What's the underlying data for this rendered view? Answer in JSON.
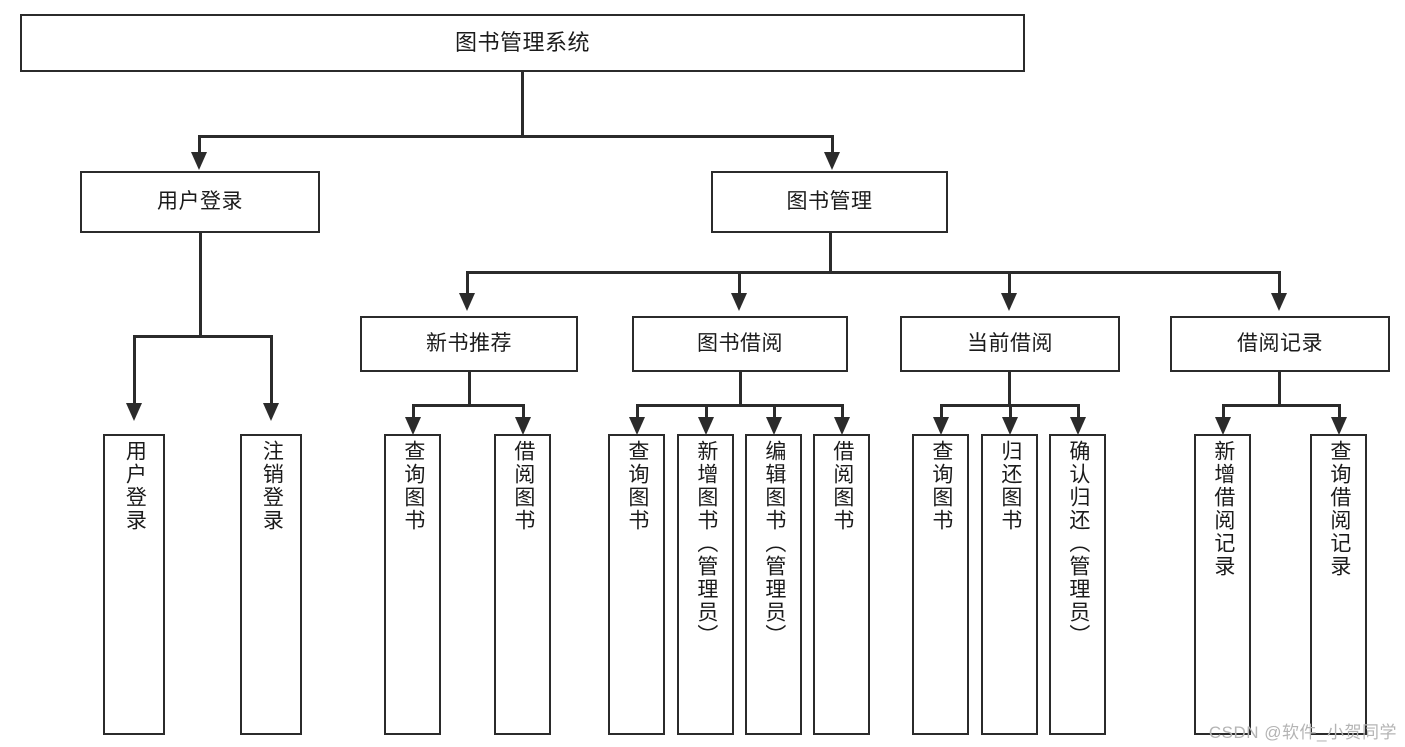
{
  "diagram": {
    "title": "图书管理系统",
    "type": "tree-hierarchy-diagram",
    "root": {
      "id": "root",
      "label": "图书管理系统"
    },
    "level2": [
      {
        "id": "user-login",
        "label": "用户登录"
      },
      {
        "id": "book-management",
        "label": "图书管理"
      }
    ],
    "level3": [
      {
        "id": "new-book-recommend",
        "label": "新书推荐",
        "parent": "book-management"
      },
      {
        "id": "book-borrow",
        "label": "图书借阅",
        "parent": "book-management"
      },
      {
        "id": "current-borrow",
        "label": "当前借阅",
        "parent": "book-management"
      },
      {
        "id": "borrow-record",
        "label": "借阅记录",
        "parent": "book-management"
      }
    ],
    "leaves": [
      {
        "id": "leaf-user-login",
        "label": "用户登录",
        "parent": "user-login"
      },
      {
        "id": "leaf-logout-login",
        "label": "注销登录",
        "parent": "user-login"
      },
      {
        "id": "leaf-query-book-1",
        "label": "查询图书",
        "parent": "new-book-recommend"
      },
      {
        "id": "leaf-borrow-book-1",
        "label": "借阅图书",
        "parent": "new-book-recommend"
      },
      {
        "id": "leaf-query-book-2",
        "label": "查询图书",
        "parent": "book-borrow"
      },
      {
        "id": "leaf-add-book",
        "label": "新增图书（管理员）",
        "parent": "book-borrow"
      },
      {
        "id": "leaf-edit-book",
        "label": "编辑图书（管理员）",
        "parent": "book-borrow"
      },
      {
        "id": "leaf-borrow-book-2",
        "label": "借阅图书",
        "parent": "book-borrow"
      },
      {
        "id": "leaf-query-book-3",
        "label": "查询图书",
        "parent": "current-borrow"
      },
      {
        "id": "leaf-return-book",
        "label": "归还图书",
        "parent": "current-borrow"
      },
      {
        "id": "leaf-confirm-return",
        "label": "确认归还（管理员）",
        "parent": "current-borrow"
      },
      {
        "id": "leaf-add-record",
        "label": "新增借阅记录",
        "parent": "borrow-record"
      },
      {
        "id": "leaf-query-record",
        "label": "查询借阅记录",
        "parent": "borrow-record"
      }
    ]
  },
  "watermark": {
    "text": "CSDN @软件_小贺同学"
  },
  "colors": {
    "stroke": "#2b2b2b",
    "background": "#ffffff",
    "text": "#1b1b1b",
    "watermark": "#b4b4b4"
  }
}
